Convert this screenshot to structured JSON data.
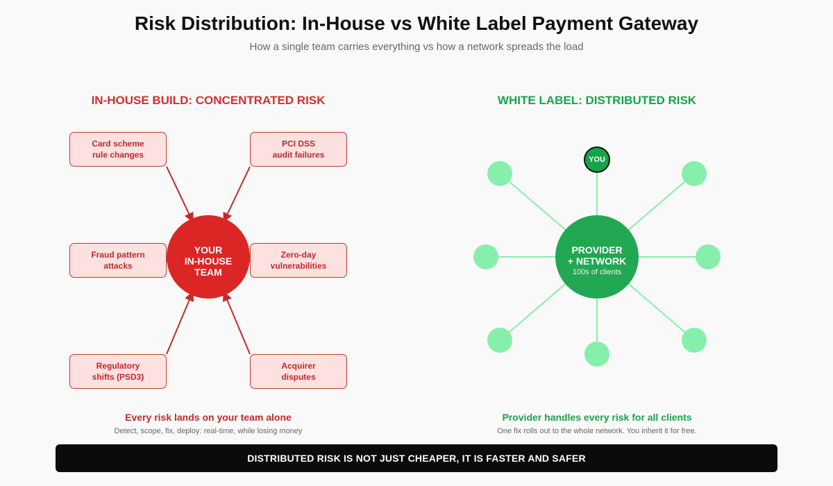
{
  "header": {
    "title": "Risk Distribution: In-House vs White Label Payment Gateway",
    "subtitle": "How a single team carries everything vs how a network spreads the load"
  },
  "left": {
    "heading": "IN-HOUSE BUILD: CONCENTRATED RISK",
    "hub_label": "YOUR\nIN-HOUSE\nTEAM",
    "risks": [
      "Card scheme\nrule changes",
      "PCI DSS\naudit failures",
      "Fraud pattern\nattacks",
      "Zero-day\nvulnerabilities",
      "Regulatory\nshifts (PSD3)",
      "Acquirer\ndisputes"
    ],
    "caption": "Every risk lands on your team alone",
    "caption_sub": "Detect, scope, fix, deploy: real-time, while losing money"
  },
  "right": {
    "heading": "WHITE LABEL: DISTRIBUTED RISK",
    "hub_label": "PROVIDER\n+ NETWORK",
    "hub_sub": "100s of clients",
    "you_label": "YOU",
    "caption": "Provider handles every risk for all clients",
    "caption_sub": "One fix rolls out to the whole network. You inherit it for free."
  },
  "banner": "DISTRIBUTED RISK IS NOT JUST CHEAPER, IT IS FASTER AND SAFER",
  "colors": {
    "risk_red": "#dc2626",
    "risk_box_fill": "#fde1e1",
    "network_green": "#16a34a",
    "node_light_green": "#86efac",
    "banner_bg": "#0b0b0b"
  }
}
